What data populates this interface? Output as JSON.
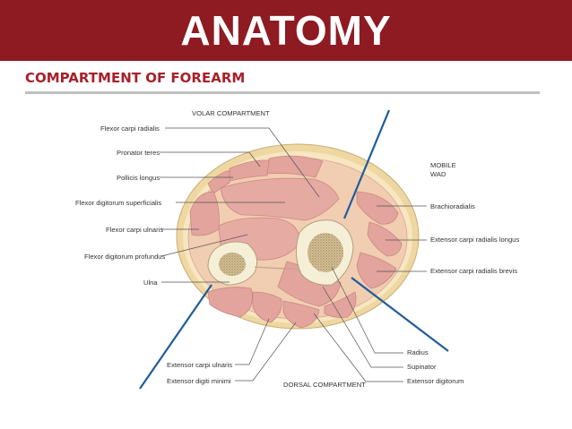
{
  "header": {
    "title": "ANATOMY",
    "subtitle": "COMPARTMENT OF FOREARM"
  },
  "colors": {
    "header_bg": "#8e1b22",
    "subtitle": "#a8202a",
    "muscle_fill": "#e3a7a0",
    "fat_layer": "#f6dfb2",
    "skin": "#f0d8a4",
    "bone": "#f3ecd2",
    "marrow": "#b9a276",
    "septum_line": "#1f5c9c"
  },
  "diagram": {
    "top_label": "VOLAR COMPARTMENT",
    "bottom_label": "DORSAL COMPARTMENT",
    "mobile_wad": [
      "MOBILE",
      "WAD"
    ],
    "left_labels": {
      "fcr": "Flexor carpi radialis",
      "pt": "Pronator teres",
      "pl": "Pollicis longus",
      "fds": "Flexor digitorum superficialis",
      "fcu": "Flexor carpi ulnaris",
      "fdp": "Flexor digitorum profundus",
      "ulna": "Ulna"
    },
    "right_labels": {
      "br": "Brachioradialis",
      "ecrl": "Extensor carpi radialis longus",
      "ecrb": "Extensor carpi radialis brevis",
      "radius": "Radius",
      "supinator": "Supinator",
      "ed": "Extensor digitorum"
    },
    "bottom_left_labels": {
      "ecu": "Extensor carpi ulnaris",
      "edm": "Extensor digiti minimi"
    }
  }
}
